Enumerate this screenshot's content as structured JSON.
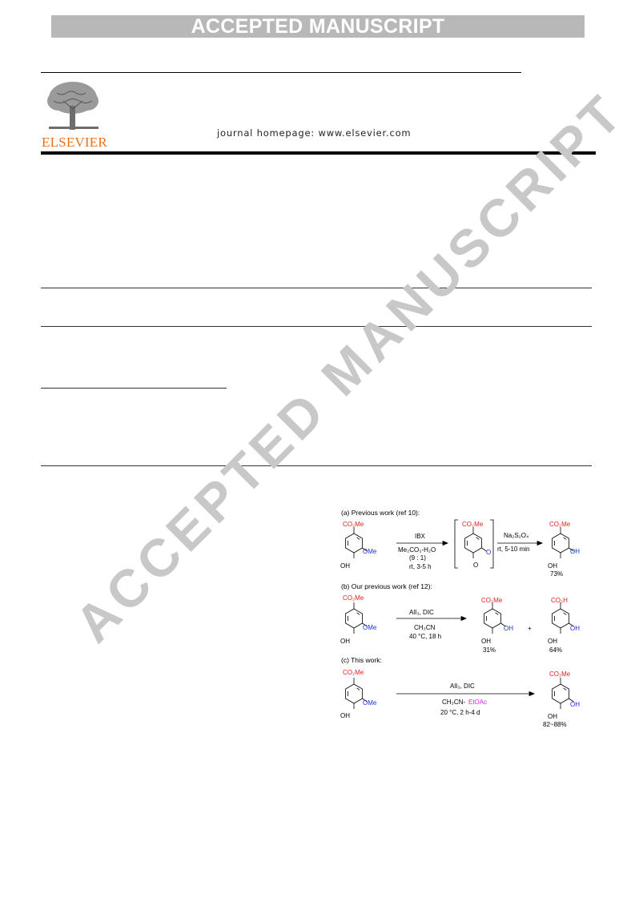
{
  "banner": {
    "text": "ACCEPTED MANUSCRIPT"
  },
  "header": {
    "publisher": "ELSEVIER",
    "homepage": "journal homepage: www.elsevier.com"
  },
  "watermark": {
    "text": "ACCEPTED MANUSCRIPT"
  },
  "scheme": {
    "panel_a": {
      "title": "(a) Previous work (ref 10):",
      "start_top": "CO₂Me",
      "start_ome": "OMe",
      "start_oh": "OH",
      "reagent1": "IBX",
      "solvent1": "Me₂CO₃-H₂O",
      "ratio1": "(9 : 1)",
      "cond1": "rt, 3-5 h",
      "inter_top": "CO₂Me",
      "inter_o1": "O",
      "inter_o2": "O",
      "reagent2": "Na₂S₂O₄",
      "cond2": "rt, 5-10 min",
      "prod_top": "CO₂Me",
      "prod_oh": "OH",
      "prod_oh2": "OH",
      "yield": "73%"
    },
    "panel_b": {
      "title": "(b) Our previous work (ref 12):",
      "start_top": "CO₂Me",
      "start_ome": "OMe",
      "start_oh": "OH",
      "reagent": "AlI₃, DIC",
      "solvent": "CH₃CN",
      "cond": "40 °C, 18 h",
      "prod1_top": "CO₂Me",
      "prod1_oh": "OH",
      "prod1_oh2": "OH",
      "yield1": "31%",
      "plus": "+",
      "prod2_top": "CO₂H",
      "prod2_oh": "OH",
      "prod2_oh2": "OH",
      "yield2": "64%"
    },
    "panel_c": {
      "title": "(c) This work:",
      "start_top": "CO₂Me",
      "start_ome": "OMe",
      "start_oh": "OH",
      "reagent": "AlI₃, DIC",
      "solvent_a": "CH₃CN-",
      "solvent_b": "EtOAc",
      "cond": "20 °C, 2 h-4 d",
      "prod_top": "CO₂Me",
      "prod_oh": "OH",
      "prod_oh2": "OH",
      "yield": "82~88%"
    },
    "colors": {
      "red": "#e02020",
      "blue": "#1a2fd6",
      "magenta": "#e020e0"
    }
  }
}
